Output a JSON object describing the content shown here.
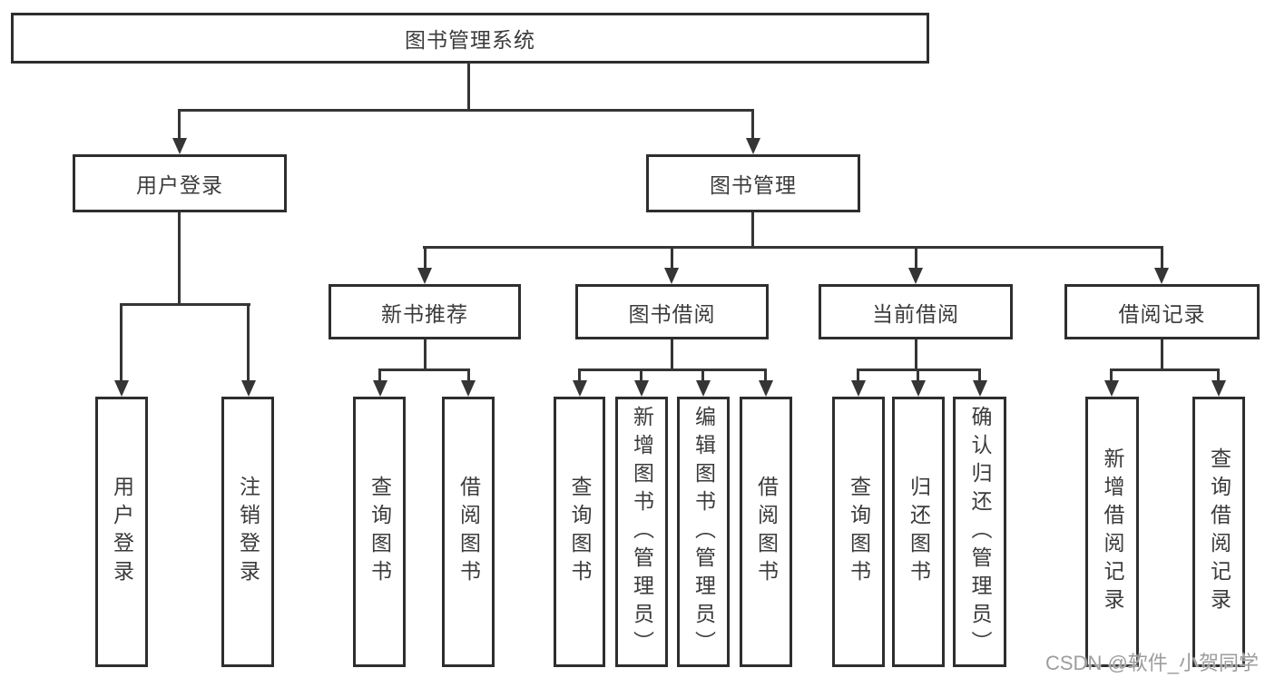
{
  "tree": {
    "root": {
      "label": "图书管理系统"
    },
    "branches": [
      {
        "label": "用户登录",
        "children": [
          {
            "label": "用户登录"
          },
          {
            "label": "注销登录"
          }
        ]
      },
      {
        "label": "图书管理",
        "children": [
          {
            "label": "新书推荐",
            "children": [
              {
                "label": "查询图书"
              },
              {
                "label": "借阅图书"
              }
            ]
          },
          {
            "label": "图书借阅",
            "children": [
              {
                "label": "查询图书"
              },
              {
                "label": "新增图书（管理员）"
              },
              {
                "label": "编辑图书（管理员）"
              },
              {
                "label": "借阅图书"
              }
            ]
          },
          {
            "label": "当前借阅",
            "children": [
              {
                "label": "查询图书"
              },
              {
                "label": "归还图书"
              },
              {
                "label": "确认归还（管理员）"
              }
            ]
          },
          {
            "label": "借阅记录",
            "children": [
              {
                "label": "新增借阅记录"
              },
              {
                "label": "查询借阅记录"
              }
            ]
          }
        ]
      }
    ]
  },
  "watermark": {
    "text": "CSDN @软件_小贺同学"
  }
}
